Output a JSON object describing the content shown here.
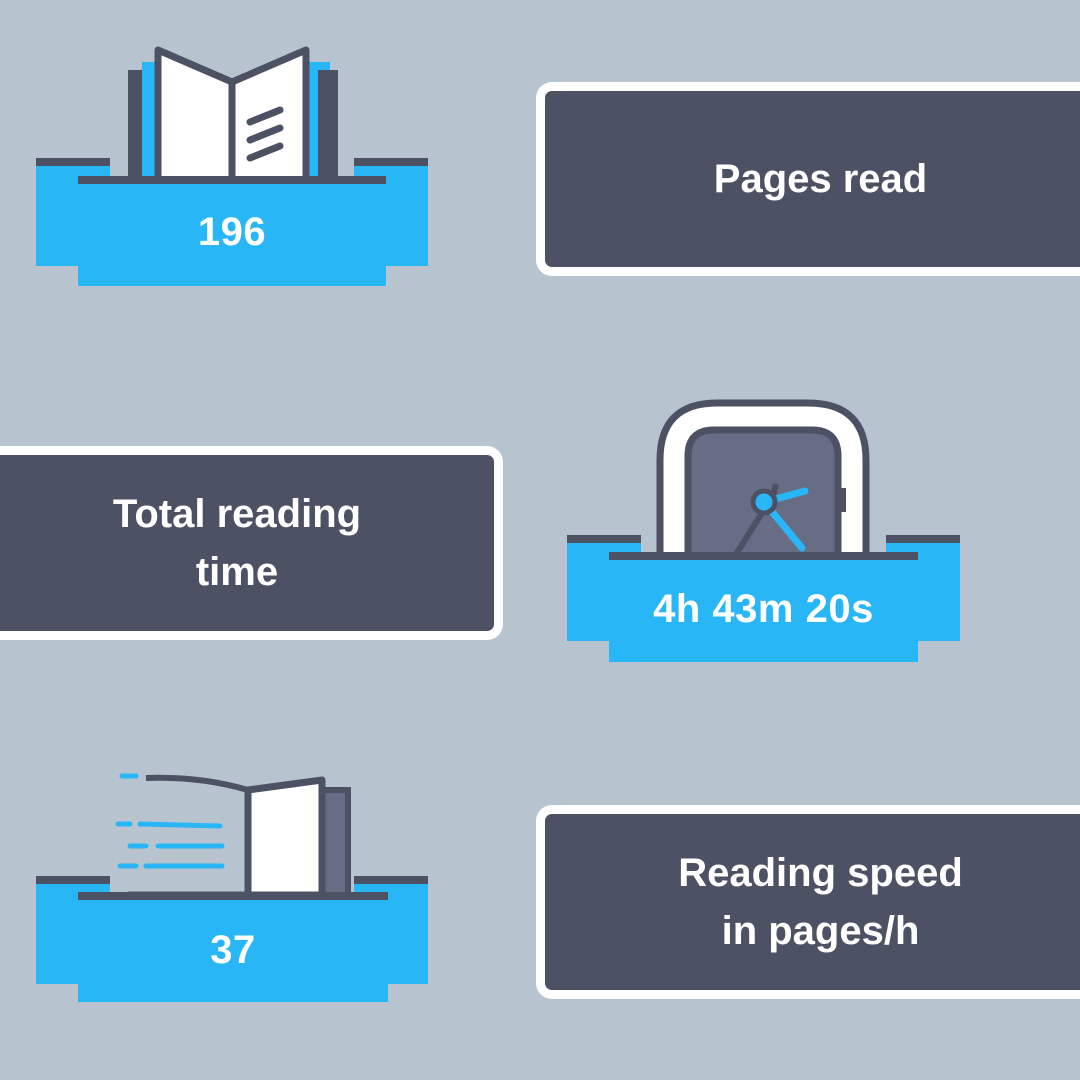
{
  "stats": [
    {
      "id": "pages",
      "label": "Pages read",
      "value": "196",
      "icon": "open-book-icon"
    },
    {
      "id": "time",
      "label_lines": [
        "Total reading",
        "time"
      ],
      "value": "4h 43m 20s",
      "icon": "clock-icon"
    },
    {
      "id": "speed",
      "label_lines": [
        "Reading speed",
        "in pages/h"
      ],
      "value": "37",
      "icon": "flipping-book-icon"
    }
  ],
  "colors": {
    "background": "#b7c4d0",
    "panel": "#4c5163",
    "ribbon": "#29b6f6",
    "ribbon_shade": "#1e88d8",
    "outline": "#4c5163",
    "paper": "#ffffff"
  }
}
